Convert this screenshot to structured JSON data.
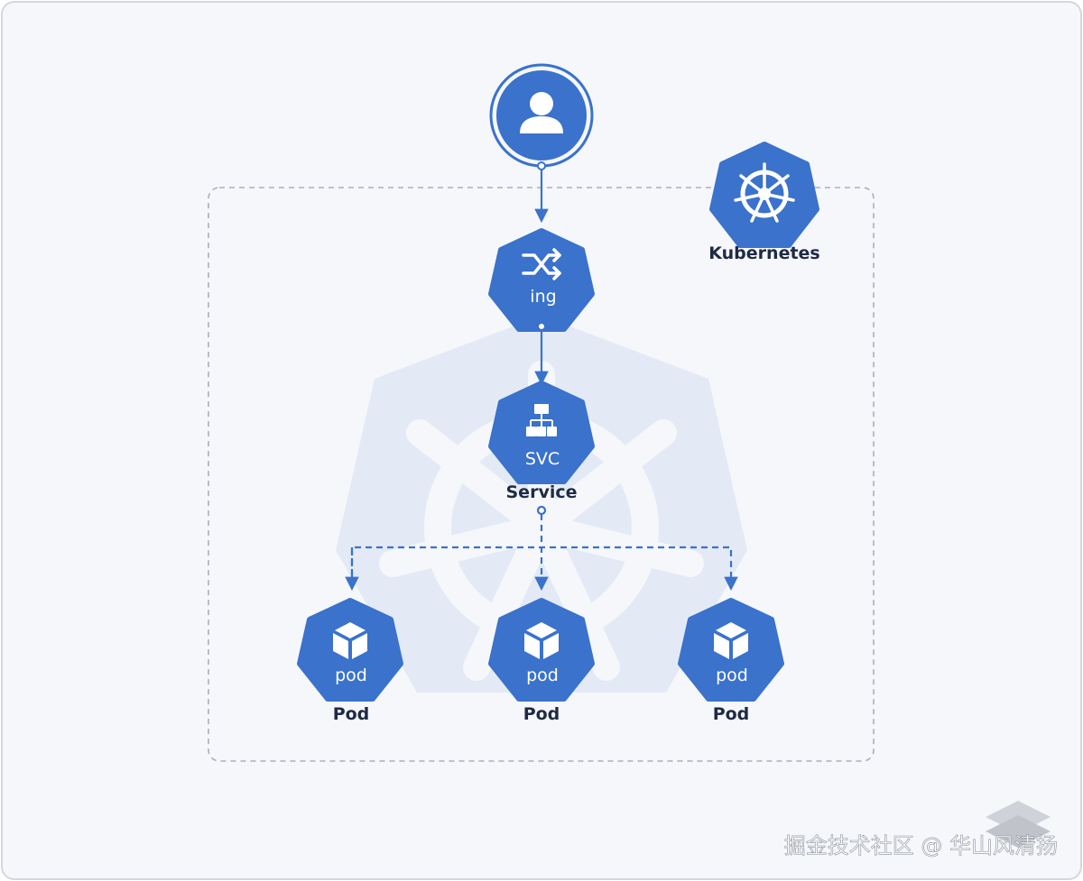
{
  "colors": {
    "background": "#f5f7fb",
    "primary": "#3a72cc",
    "primary_dark": "#2f65c0",
    "border": "#d3d7de",
    "text": "#1f2a44",
    "watermark_bg": "#e3eaf6"
  },
  "diagram": {
    "user": {
      "icon": "user-icon"
    },
    "kubernetes": {
      "icon": "helm-wheel-icon",
      "label": "Kubernetes"
    },
    "ingress": {
      "icon": "shuffle-icon",
      "badge": "ing"
    },
    "service": {
      "icon": "hierarchy-icon",
      "badge": "SVC",
      "label": "Service"
    },
    "pods": [
      {
        "icon": "cube-icon",
        "badge": "pod",
        "label": "Pod"
      },
      {
        "icon": "cube-icon",
        "badge": "pod",
        "label": "Pod"
      },
      {
        "icon": "cube-icon",
        "badge": "pod",
        "label": "Pod"
      }
    ]
  },
  "watermark": {
    "text": "掘金技术社区 @ 华山风清扬",
    "icon": "juejin-logo-icon"
  }
}
